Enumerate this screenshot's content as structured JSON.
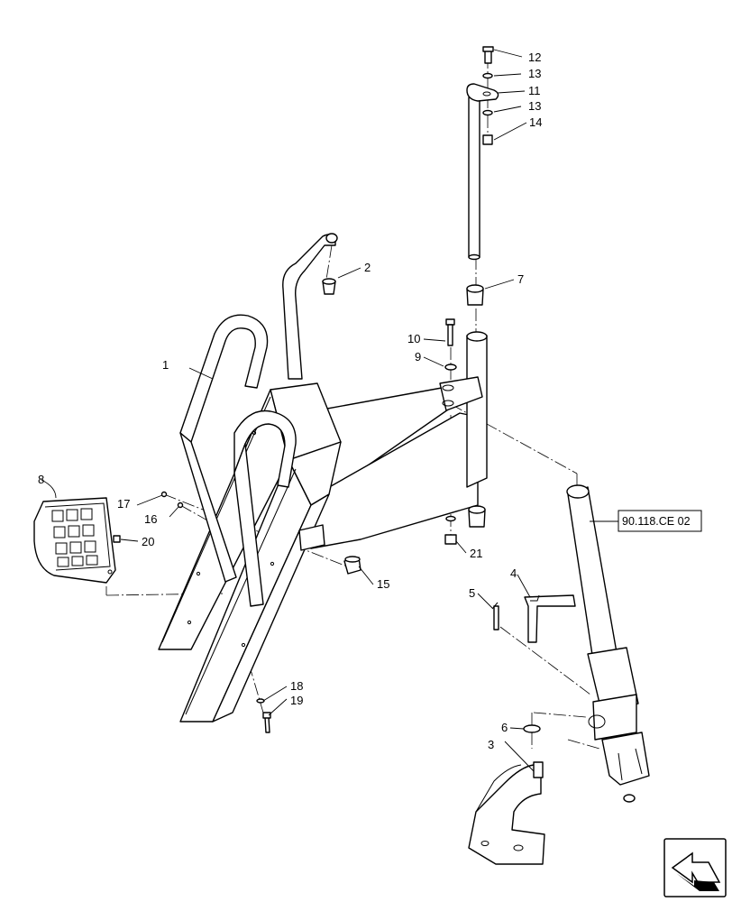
{
  "callouts": {
    "c1": "1",
    "c2": "2",
    "c3": "3",
    "c4": "4",
    "c5": "5",
    "c6": "6",
    "c7": "7",
    "c8": "8",
    "c9": "9",
    "c10": "10",
    "c11": "11",
    "c12": "12",
    "c13a": "13",
    "c13b": "13",
    "c14": "14",
    "c15": "15",
    "c16": "16",
    "c17": "17",
    "c18": "18",
    "c19": "19",
    "c20": "20",
    "c21": "21"
  },
  "reference": {
    "label": "90.118.CE 02"
  },
  "icons": {
    "navigation": "previous-page-arrow-icon"
  }
}
